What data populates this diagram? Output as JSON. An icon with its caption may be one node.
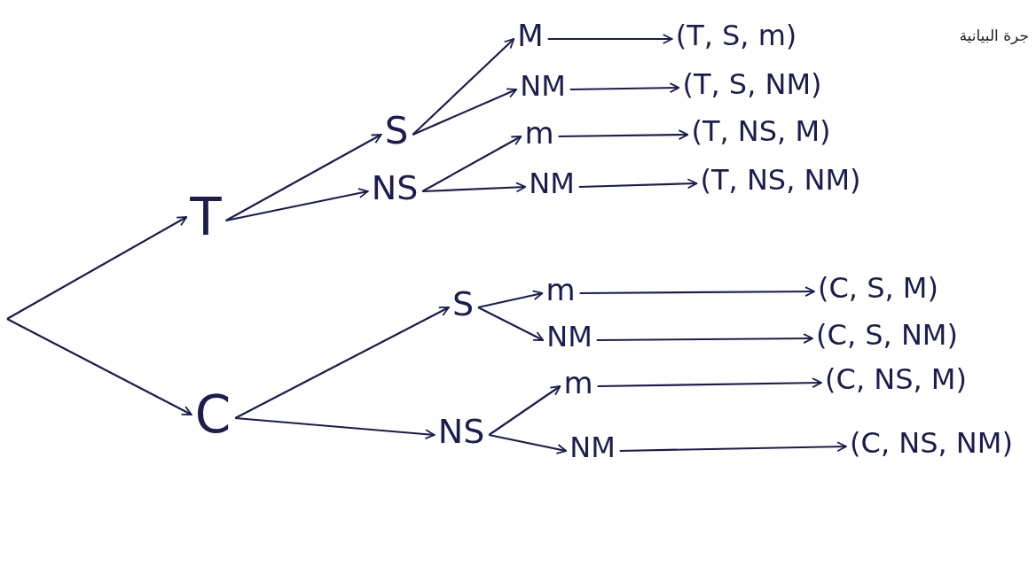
{
  "diagram": {
    "nodes": [
      {
        "text": [
          "T"
        ]
      },
      {
        "text": [
          "C"
        ]
      },
      {
        "text": [
          "S"
        ]
      },
      {
        "text": [
          "NS"
        ]
      },
      {
        "text": [
          "S"
        ]
      },
      {
        "text": [
          "NS"
        ]
      },
      {
        "text": [
          "M"
        ]
      },
      {
        "text": [
          "NM"
        ]
      },
      {
        "text": [
          "m"
        ]
      },
      {
        "text": [
          "NM"
        ]
      },
      {
        "text": [
          "m"
        ]
      },
      {
        "text": [
          "NM"
        ]
      },
      {
        "text": [
          "m"
        ]
      },
      {
        "text": [
          "NM"
        ]
      },
      {
        "text": [
          "(T, S, m)"
        ]
      },
      {
        "text": [
          "(T, S, NM)"
        ]
      },
      {
        "text": [
          "(T, NS, M)"
        ]
      },
      {
        "text": [
          "(T, NS, NM)"
        ]
      },
      {
        "text": [
          "(C, S, M)"
        ]
      },
      {
        "text": [
          "(C, S, NM)"
        ]
      },
      {
        "text": [
          "(C, NS, M)"
        ]
      },
      {
        "text": [
          "(C, NS, NM)"
        ]
      }
    ],
    "edges": [
      {
        "from": null,
        "to": 0,
        "arrow": "to"
      },
      {
        "from": null,
        "to": 1,
        "arrow": "to"
      },
      {
        "from": 0,
        "to": 2,
        "arrow": "to"
      },
      {
        "from": 0,
        "to": 3,
        "arrow": "to"
      },
      {
        "from": 1,
        "to": 4,
        "arrow": "to"
      },
      {
        "from": 1,
        "to": 5,
        "arrow": "to"
      },
      {
        "from": 2,
        "to": 6,
        "arrow": "to"
      },
      {
        "from": 2,
        "to": 7,
        "arrow": "to"
      },
      {
        "from": 3,
        "to": 8,
        "arrow": "to"
      },
      {
        "from": 3,
        "to": 9,
        "arrow": "to"
      },
      {
        "from": 4,
        "to": 10,
        "arrow": "to"
      },
      {
        "from": 4,
        "to": 11,
        "arrow": "to"
      },
      {
        "from": 5,
        "to": 12,
        "arrow": "to"
      },
      {
        "from": 5,
        "to": 13,
        "arrow": "to"
      },
      {
        "from": 6,
        "to": 14,
        "arrow": "to"
      },
      {
        "from": 7,
        "to": 15,
        "arrow": "to"
      },
      {
        "from": 8,
        "to": 16,
        "arrow": "to"
      },
      {
        "from": 9,
        "to": 17,
        "arrow": "to"
      },
      {
        "from": 10,
        "to": 18,
        "arrow": "to"
      },
      {
        "from": 11,
        "to": 19,
        "arrow": "to"
      },
      {
        "from": 12,
        "to": 20,
        "arrow": "to"
      },
      {
        "from": 13,
        "to": 21,
        "arrow": "to"
      }
    ],
    "labels": [
      "جرة البيانية"
    ]
  }
}
